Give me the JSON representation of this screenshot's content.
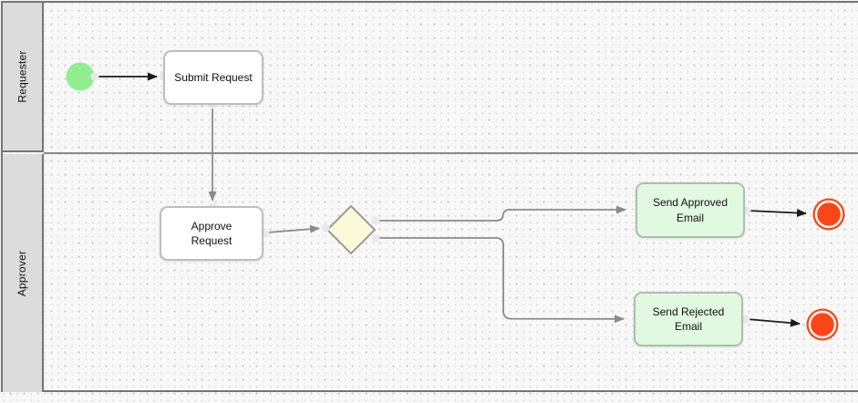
{
  "diagram": {
    "kind": "bpmn-swimlane-process",
    "pool": {
      "lanes": [
        {
          "label": "Requester"
        },
        {
          "label": "Approver"
        }
      ]
    },
    "tasks": {
      "submit": {
        "label": "Submit Request",
        "fill": "#ffffff"
      },
      "approve": {
        "label": "Approve Request",
        "fill": "#ffffff"
      },
      "approved": {
        "label": "Send Approved Email",
        "fill": "#e1f8e1"
      },
      "rejected": {
        "label": "Send Rejected Email",
        "fill": "#e1f8e1"
      }
    },
    "events": {
      "start": {
        "shape": "circle",
        "color": "#90ee90"
      },
      "end_approved": {
        "shape": "circle-thick",
        "color": "#fa4616"
      },
      "end_rejected": {
        "shape": "circle-thick",
        "color": "#fa4616"
      }
    },
    "gateway": {
      "shape": "diamond",
      "color": "#fbf9d7"
    },
    "flows": [
      {
        "from": "start-event",
        "to": "Submit Request"
      },
      {
        "from": "Submit Request",
        "to": "Approve Request"
      },
      {
        "from": "Approve Request",
        "to": "exclusive-gateway"
      },
      {
        "from": "exclusive-gateway",
        "to": "Send Approved Email"
      },
      {
        "from": "exclusive-gateway",
        "to": "Send Rejected Email"
      },
      {
        "from": "Send Approved Email",
        "to": "end-event-approved"
      },
      {
        "from": "Send Rejected Email",
        "to": "end-event-rejected"
      }
    ],
    "colors": {
      "canvas_bg": "#f8f8f8",
      "grid_dot": "#c9c9c9",
      "lane_header_bg": "#dcdcdc",
      "pool_border": "#757575",
      "gray_connector": "#8a8a8a",
      "black_connector": "#1b1b1b",
      "start_event": "#90ee90",
      "end_event": "#fa4616",
      "gateway_fill": "#fbf9d7"
    }
  }
}
